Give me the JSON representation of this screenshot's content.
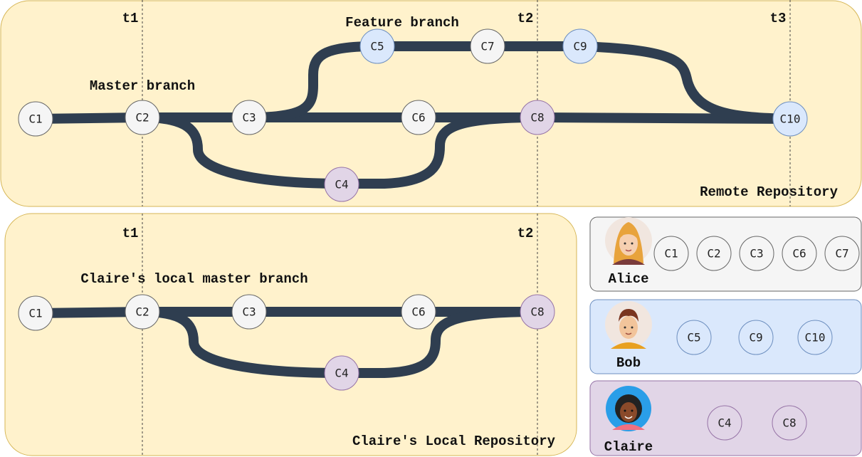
{
  "colors": {
    "panel_yellow": "#fff2cc",
    "panel_yellow_border": "#d6b656",
    "edge": "#2f3e50",
    "node_gray": "#f5f5f5",
    "node_blue": "#dae8fc",
    "node_purple": "#e1d5e7",
    "alice_bg": "#f5f5f5",
    "bob_bg": "#dae8fc",
    "claire_bg": "#e1d5e7"
  },
  "remote": {
    "title": "Remote Repository",
    "master_label": "Master branch",
    "feature_label": "Feature branch",
    "time_markers": [
      "t1",
      "t2",
      "t3"
    ],
    "commits": [
      "C1",
      "C2",
      "C3",
      "C4",
      "C5",
      "C6",
      "C7",
      "C8",
      "C9",
      "C10"
    ]
  },
  "local": {
    "title": "Claire's Local Repository",
    "branch_label": "Claire's local master branch",
    "time_markers": [
      "t1",
      "t2"
    ],
    "commits": [
      "C1",
      "C2",
      "C3",
      "C4",
      "C6",
      "C8"
    ]
  },
  "users": [
    {
      "name": "Alice",
      "avatar_icon": "woman-avatar-icon",
      "commits": [
        "C1",
        "C2",
        "C3",
        "C6",
        "C7"
      ]
    },
    {
      "name": "Bob",
      "avatar_icon": "man-avatar-icon",
      "commits": [
        "C5",
        "C9",
        "C10"
      ]
    },
    {
      "name": "Claire",
      "avatar_icon": "woman-avatar-icon",
      "commits": [
        "C4",
        "C8"
      ]
    }
  ]
}
